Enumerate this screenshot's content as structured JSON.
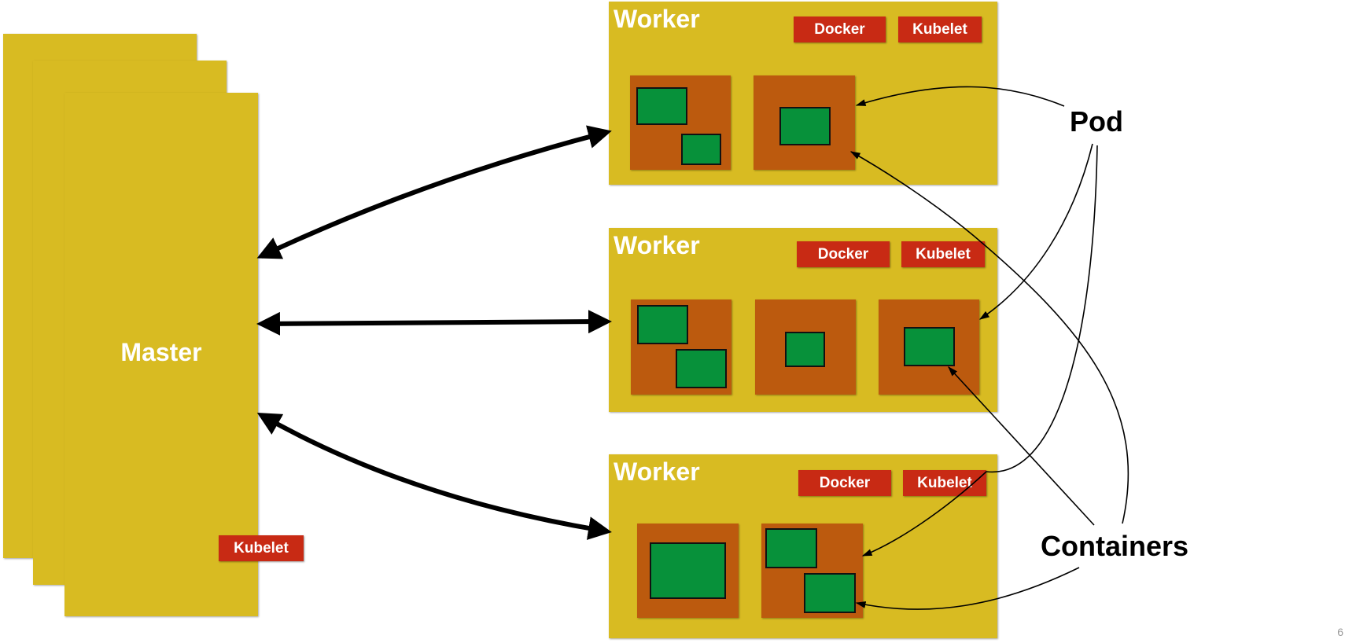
{
  "master": {
    "label": "Master",
    "tag": "Kubelet"
  },
  "workers": [
    {
      "title": "Worker",
      "tags": [
        "Docker",
        "Kubelet"
      ]
    },
    {
      "title": "Worker",
      "tags": [
        "Docker",
        "Kubelet"
      ]
    },
    {
      "title": "Worker",
      "tags": [
        "Docker",
        "Kubelet"
      ]
    }
  ],
  "callouts": {
    "pod": "Pod",
    "containers": "Containers"
  },
  "slide_number": "6",
  "colors": {
    "node": "#d8bb22",
    "pod": "#bc5a0e",
    "container": "#07913a",
    "tag": "#c82a14"
  }
}
